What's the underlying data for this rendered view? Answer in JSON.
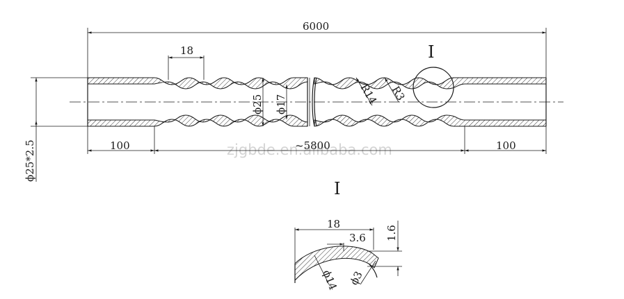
{
  "labels": {
    "overall_length": "6000",
    "pitch": "18",
    "detail_marker": "I",
    "outer_dia_small": "ϕ25",
    "inner_dia": "ϕ17",
    "radius_r14": "R14",
    "radius_r3": "R3",
    "left_length": "100",
    "middle_length": "~5800",
    "right_length": "100",
    "tube_spec": "ϕ25*2.5",
    "watermark": "zjgbde.en.alibaba.com",
    "detail_title": "I",
    "detail_pitch": "18",
    "detail_width": "3.6",
    "detail_depth": "1.6",
    "detail_dia14": "ϕ14",
    "detail_dia3": "ϕ3"
  }
}
